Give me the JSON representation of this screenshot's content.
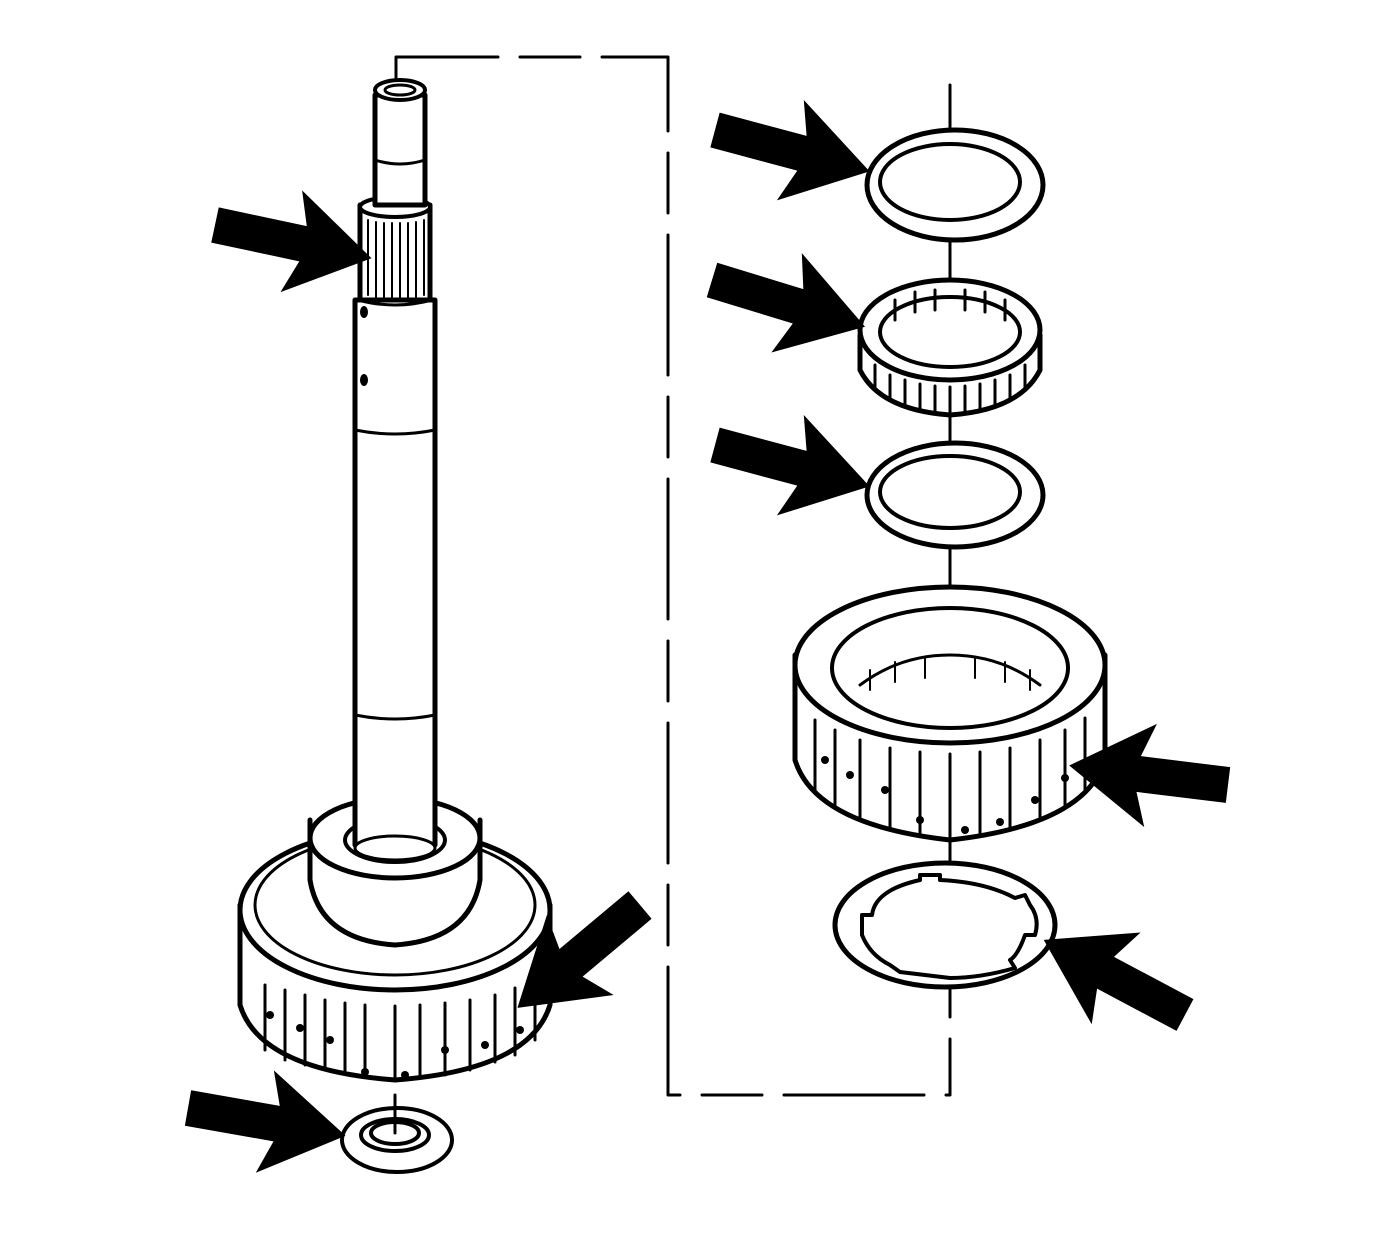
{
  "diagram": {
    "kind": "exploded-parts-illustration",
    "colors": {
      "line": "#000000",
      "fill": "#ffffff",
      "arrow": "#000000"
    },
    "parts": [
      "input-shaft-with-housing",
      "spline-section",
      "thrust-washer-bottom",
      "thrust-washer-upper",
      "needle-bearing",
      "thrust-washer-middle",
      "clutch-hub-drum",
      "thrust-washer-tabbed"
    ],
    "callout_arrows": 8
  }
}
